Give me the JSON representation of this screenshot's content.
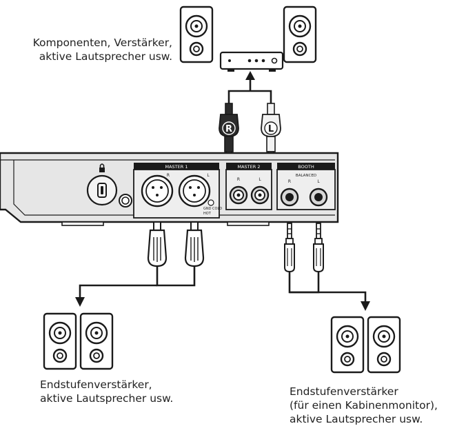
{
  "labels": {
    "top": {
      "line1": "Komponenten, Verstärker,",
      "line2": "aktive Lautsprecher usw."
    },
    "bottom_left": {
      "line1": "Endstufenverstärker,",
      "line2": "aktive Lautsprecher usw."
    },
    "bottom_right": {
      "line1": "Endstufenverstärker",
      "line2": "(für einen Kabinenmonitor),",
      "line3": "aktive Lautsprecher usw."
    }
  },
  "panel": {
    "master1": "MASTER 1",
    "master2": "MASTER 2",
    "booth": "BOOTH",
    "balanced": "BALANCED",
    "r": "R",
    "l": "L",
    "hot": "HOT",
    "gnd_cold": "GND COLD"
  },
  "rca_plugs": {
    "right": "R",
    "left": "L"
  },
  "colors": {
    "line": "#1a1a1a",
    "panel_fill": "#e6e6e6",
    "section_header": "#1a1a1a",
    "plug_right": "#2b2b2b",
    "plug_left": "#f2f2f2"
  }
}
